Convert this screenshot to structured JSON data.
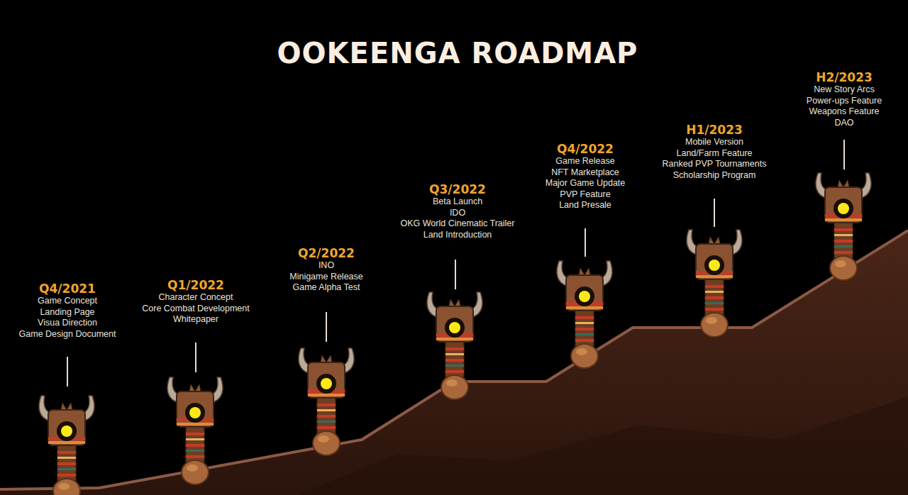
{
  "diagram": {
    "title": "OOKEENGA ROADMAP",
    "nodes": [
      {
        "text": [
          "Q4/2021",
          "Game Concept",
          "Landing Page",
          "Visua Direction",
          "Game Design Document"
        ]
      },
      {
        "text": [
          "Q1/2022",
          "Character Concept",
          "Core Combat Development",
          "Whitepaper"
        ]
      },
      {
        "text": [
          "Q2/2022",
          "INO",
          "Minigame Release",
          "Game Alpha Test"
        ]
      },
      {
        "text": [
          "Q3/2022",
          "Beta Launch",
          "IDO",
          "OKG World Cinematic Trailer",
          "Land Introduction"
        ]
      },
      {
        "text": [
          "Q4/2022",
          "Game Release",
          "NFT Marketplace",
          "Major Game Update",
          "PVP Feature",
          "Land Presale"
        ]
      },
      {
        "text": [
          "H1/2023",
          "Mobile Version",
          "Land/Farm Feature",
          "Ranked PVP Tournaments",
          "Scholarship Program"
        ]
      },
      {
        "text": [
          "H2/2023",
          "New Story Arcs",
          "Power-ups Feature",
          "Weapons Feature",
          "DAO"
        ]
      }
    ]
  }
}
